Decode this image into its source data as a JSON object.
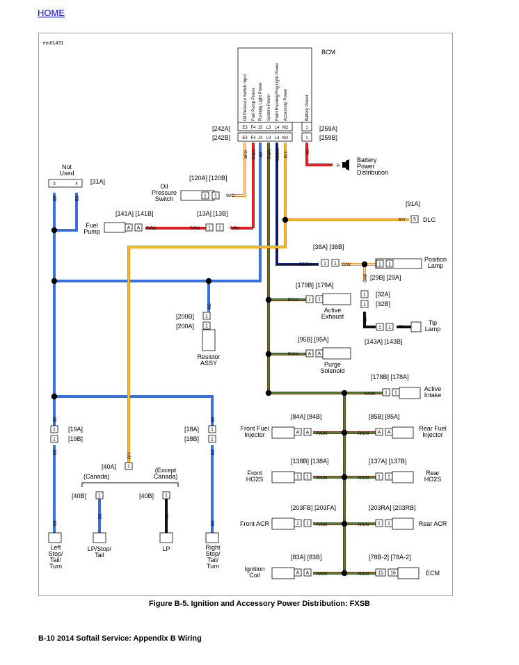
{
  "header": {
    "home_link": "HOME"
  },
  "diagram": {
    "code": "em01431",
    "bcm": {
      "title": "BCM",
      "pins": [
        "Oil Pressure Switch Input",
        "Fuel Pump Power",
        "Running Light Power",
        "System Power",
        "Front Running/Fog Light Power",
        "Accessory Power"
      ],
      "battery_pin": "Battery Power",
      "pin_ids": [
        "E3",
        "F4",
        "J3",
        "L3",
        "L4",
        "M2"
      ],
      "battery_pin_id": "1",
      "conn_a": "[242A]",
      "conn_b": "[242B]",
      "bat_conn_a": "[259A]",
      "bat_conn_b": "[259B]"
    },
    "wire_labels": {
      "bcm_wires": [
        "W/O",
        "R/BN",
        "BE",
        "R/GN",
        "BE/BK",
        "R/Y"
      ],
      "battery": "R",
      "oil": "W/O",
      "fuel": "R/BN",
      "dlc": "R/Y",
      "pos_in": "BE/BK",
      "pos_out": "O/W",
      "rgn": "R/GN",
      "be": "BE",
      "bk": "BK",
      "ry": "R/Y",
      "ow": "O/W"
    },
    "components": {
      "not_used": "Not Used",
      "not_used_conn": "[31A]",
      "not_used_pins": [
        "3",
        "4"
      ],
      "battery_dist": [
        "Battery",
        "Power",
        "Distribution"
      ],
      "oil_switch": [
        "Oil",
        "Pressure",
        "Switch"
      ],
      "oil_conns": "[120A] [120B]",
      "oil_pin": "1",
      "fuel_pump": [
        "Fuel",
        "Pump"
      ],
      "fuel_conns": "[141A] [141B]",
      "fuel_mid_conns": "[13A] [13B]",
      "fuel_pin": "A",
      "fuel_mid_pin": "1",
      "dlc": "DLC",
      "dlc_conn": "[91A]",
      "dlc_pin": "5",
      "pos_lamp": [
        "Position",
        "Lamp"
      ],
      "pos_conns": "[38A] [38B]",
      "pos_lamp_conns": "[29B] [29A]",
      "pos_lower_a": "[32A]",
      "pos_lower_b": "[32B]",
      "pin1": "1",
      "tip_lamp": [
        "Tip",
        "Lamp"
      ],
      "tip_conns": "[143A] [143B]",
      "active_exhaust": [
        "Active",
        "Exhaust"
      ],
      "exhaust_conns": "[179B] [179A]",
      "resistor": [
        "Resistor",
        "ASSY"
      ],
      "resistor_a": "[200B]",
      "resistor_b": "[200A]",
      "purge": [
        "Purge",
        "Solenoid"
      ],
      "purge_conns": "[95B] [95A]",
      "pinA": "A",
      "active_intake": [
        "Active",
        "Intake"
      ],
      "intake_conns": "[178B] [178A]",
      "front_inj": [
        "Front Fuel",
        "Injector"
      ],
      "front_inj_conns": "[84A] [84B]",
      "rear_inj": [
        "Rear Fuel",
        "Injector"
      ],
      "rear_inj_conns": "[85B] [85A]",
      "front_ho2s": [
        "Front",
        "HO2S"
      ],
      "front_ho2s_conns": "[138B] [138A]",
      "rear_ho2s": [
        "Rear",
        "HO2S"
      ],
      "rear_ho2s_conns": "[137A] [137B]",
      "front_acr": "Front ACR",
      "front_acr_conns": "[203FB] [203FA]",
      "rear_acr": "Rear ACR",
      "rear_acr_conns": "[203RA] [203RB]",
      "ign_coil": [
        "Ignition",
        "Coil"
      ],
      "ign_conns": "[83A] [83B]",
      "ecm": "ECM",
      "ecm_conns": "[78B-2] [78A-2]",
      "ecm_pin": "15",
      "ecm_pin2": "16",
      "left_turn": [
        "Left",
        "Stop/",
        "Tail/",
        "Turn"
      ],
      "left_conn_a": "[19A]",
      "left_conn_b": "[19B]",
      "right_turn": [
        "Right",
        "Stop/",
        "Tail/",
        "Turn"
      ],
      "right_conn_a": "[18A]",
      "right_conn_b": "[18B]",
      "canada_conn": "[40A]",
      "canada": "(Canada)",
      "except_canada": [
        "(Except",
        "Canada)"
      ],
      "lp_stop_conn": "[40B]",
      "lp_stop": [
        "LP/Stop/",
        "Tail"
      ],
      "lp_conn": "[40B]",
      "lp": "LP"
    },
    "colors": {
      "blue": "#3a6fe0",
      "red": "#e01e1e",
      "brown": "#7a3a1a",
      "orange": "#f08a1e",
      "yellow": "#f2d81e",
      "black": "#111111",
      "white": "#ffffff",
      "green": "#3aa03a",
      "navy": "#1a2a9a"
    }
  },
  "caption": "Figure B-5. Ignition and Accessory Power Distribution: FXSB",
  "footer": "B-10  2014 Softail Service:  Appendix B Wiring"
}
